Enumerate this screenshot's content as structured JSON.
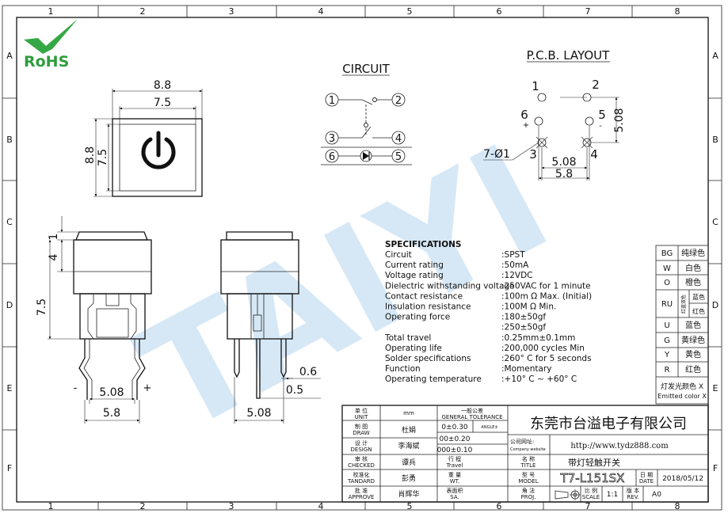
{
  "colors": {
    "line": "#111111",
    "watermark": "#cfe4f5",
    "rohs_green": "#2e9d3e",
    "rohs_check": "#35a845"
  },
  "grid": {
    "columns": [
      "1",
      "2",
      "3",
      "4",
      "5",
      "6",
      "7",
      "8"
    ],
    "rows": [
      "A",
      "B",
      "C",
      "D",
      "E",
      "F"
    ]
  },
  "logo": {
    "text": "RoHS",
    "icon": "check-mark-icon"
  },
  "watermark": {
    "text": "TAIYI"
  },
  "top_view": {
    "width_outer": "8.8",
    "width_inner": "7.5",
    "height_outer": "8.8",
    "height_inner": "7.5",
    "icon": "power-icon"
  },
  "circuit": {
    "title": "CIRCUIT",
    "pins": [
      "1",
      "2",
      "3",
      "4",
      "6",
      "5"
    ]
  },
  "pcb": {
    "title": "P.C.B. LAYOUT",
    "pins": [
      "1",
      "2",
      "6",
      "5",
      "3",
      "4"
    ],
    "plus": "+",
    "minus": "-",
    "hole": "7-Ø1",
    "dim_a": "5.08",
    "dim_b": "5.8",
    "dim_v": "5.08"
  },
  "side_view": {
    "dim_1": "1",
    "dim_4": "4",
    "dim_75": "7.5",
    "minus": "-",
    "plus": "+",
    "dim_508": "5.08",
    "dim_58": "5.8"
  },
  "front_view": {
    "dim_06": "0.6",
    "dim_05": "0.5",
    "dim_508": "5.08"
  },
  "specs": {
    "title": "SPECIFICATIONS",
    "rows": [
      {
        "k": "Circuit",
        "v": ":SPST"
      },
      {
        "k": "Current rating",
        "v": ":50mA"
      },
      {
        "k": "Voltage rating",
        "v": ":12VDC"
      },
      {
        "k": "Dielectric withstanding voltage",
        "v": ":250VAC for 1 minute"
      },
      {
        "k": "Contact resistance",
        "v": ":100m Ω   Max. (Initial)"
      },
      {
        "k": "Insulation resistance",
        "v": ":100M Ω   Min."
      },
      {
        "k": "Operating force",
        "v": ":180±50gf"
      },
      {
        "k": "",
        "v": ":250±50gf"
      },
      {
        "k": "Total travel",
        "v": ":0.25mm±0.1mm"
      },
      {
        "k": "Operating life",
        "v": ":200,000 cycles Min"
      },
      {
        "k": "Solder specifications",
        "v": ":260° C for 5 seconds"
      },
      {
        "k": "Function",
        "v": ":Momentary"
      },
      {
        "k": "Operating temperature",
        "v": ":+10° C ~ +60° C"
      }
    ]
  },
  "color_table": {
    "rows": [
      {
        "code": "BG",
        "name": "纯绿色"
      },
      {
        "code": "W",
        "name": "白色"
      },
      {
        "code": "O",
        "name": "橙色"
      },
      {
        "code": "RU",
        "name": "",
        "side": "红蓝双色",
        "sub1": "蓝色",
        "sub2": "红色"
      },
      {
        "code": "U",
        "name": "蓝色"
      },
      {
        "code": "G",
        "name": "黄绿色"
      },
      {
        "code": "Y",
        "name": "黄色"
      },
      {
        "code": "R",
        "name": "红色"
      }
    ],
    "footer_cn": "灯发光颜色 X",
    "footer_en": "Emitted color X"
  },
  "title_block": {
    "unit_cn": "单 位",
    "unit_en": "UNIT",
    "unit_val": "mm",
    "tol_cn": "一般公差",
    "tol_en": "GENERAL TOLERANCE",
    "tol_1": "0±0.30",
    "tol_angle": "ANGLE±",
    "tol_2": "00±0.20",
    "tol_3": "000±0.10",
    "draw_cn": "制  图",
    "draw_en": "DRAW",
    "draw_val": "杜娟",
    "design_cn": "设  计",
    "design_en": "DESIGN",
    "design_val": "李海斌",
    "checked_cn": "审  核",
    "checked_en": "CHECKED",
    "checked_val": "谭兵",
    "standard_cn": "校准化",
    "standard_en": "TANDARD",
    "standard_val": "彭勇",
    "approve_cn": "批  准",
    "approve_en": "APPROVE",
    "approve_val": "肖辉华",
    "travel_cn": "行  程",
    "travel_en": "Travel",
    "wt_cn": "重  量",
    "wt_en": "WT.",
    "sa_cn": "表面积",
    "sa_en": "SA.",
    "company": "东莞市台溢电子有限公司",
    "website_cn": "公司网址:",
    "website_en": "Company website",
    "website": "http://www.tydz888.com",
    "name_cn": "名  称",
    "name_en": "TITLE",
    "name_val": "带灯轻触开关",
    "model_cn": "型  号",
    "model_en": "MODEL",
    "model_val": "T7-L151SX",
    "date_cn": "日  期",
    "date_en": "DATE",
    "date_val": "2018/05/12",
    "proj_cn": "角  法",
    "proj_en": "PROJ.",
    "scale_cn": "比 例",
    "scale_en": "SCALE",
    "scale_val": "1:1",
    "rev_cn": "版 本",
    "rev_en": "REV.",
    "rev_val": "A0"
  }
}
